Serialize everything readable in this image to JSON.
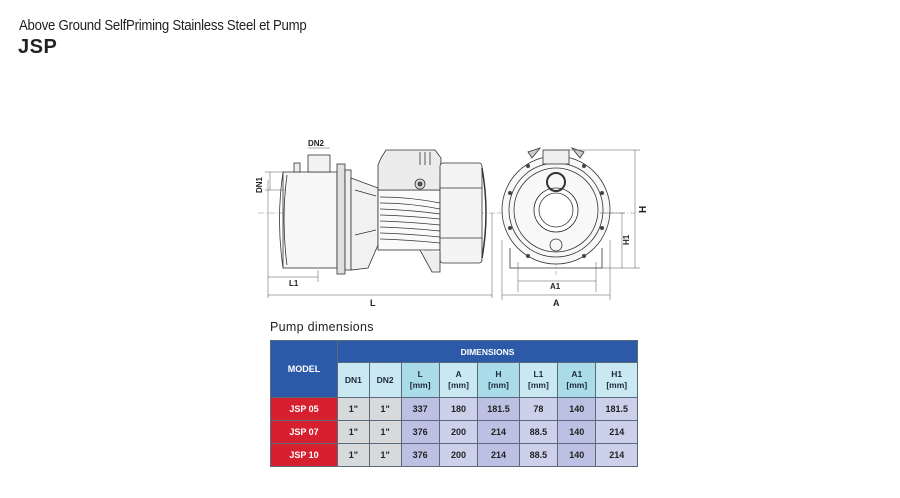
{
  "header": {
    "subtitle": "Above Ground SelfPriming Stainless Steel et Pump",
    "title": "JSP"
  },
  "drawing": {
    "side_view_labels": {
      "dn2": "DN2",
      "dn1": "DN1",
      "l1": "L1",
      "l": "L"
    },
    "front_view_labels": {
      "h": "H",
      "h1": "H1",
      "a1": "A1",
      "a": "A"
    }
  },
  "table": {
    "section_title": "Pump dimensions",
    "model_header": "MODEL",
    "group_header": "DIMENSIONS",
    "columns": [
      {
        "label": "DN1",
        "unit": ""
      },
      {
        "label": "DN2",
        "unit": ""
      },
      {
        "label": "L",
        "unit": "[mm]"
      },
      {
        "label": "A",
        "unit": "[mm]"
      },
      {
        "label": "H",
        "unit": "[mm]"
      },
      {
        "label": "L1",
        "unit": "[mm]"
      },
      {
        "label": "A1",
        "unit": "[mm]"
      },
      {
        "label": "H1",
        "unit": "[mm]"
      }
    ],
    "rows": [
      {
        "model": "JSP 05",
        "values": [
          "1\"",
          "1\"",
          "337",
          "180",
          "181.5",
          "78",
          "140",
          "181.5"
        ]
      },
      {
        "model": "JSP 07",
        "values": [
          "1\"",
          "1\"",
          "376",
          "200",
          "214",
          "88.5",
          "140",
          "214"
        ]
      },
      {
        "model": "JSP 10",
        "values": [
          "1\"",
          "1\"",
          "376",
          "200",
          "214",
          "88.5",
          "140",
          "214"
        ]
      }
    ]
  },
  "colors": {
    "header_blue": "#2c5aa8",
    "model_red": "#d7202f",
    "col_header_light": "#c9e8f2",
    "col_header_dark": "#a9dbe9",
    "cell_gray": "#d8d9db",
    "cell_lavender": "#cdd0ea"
  }
}
